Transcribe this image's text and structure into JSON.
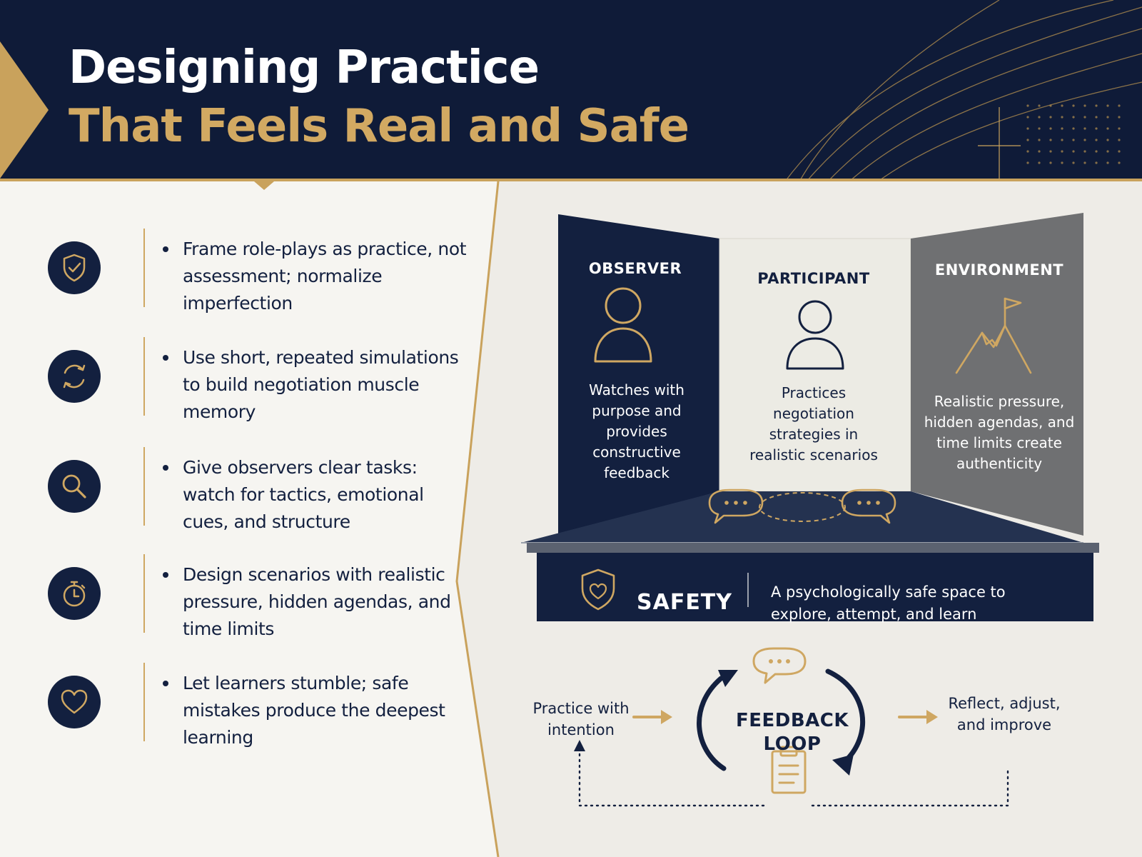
{
  "header": {
    "title_line1": "Designing Practice",
    "title_line2": "That Feels Real and Safe"
  },
  "colors": {
    "navy": "#0f1b38",
    "gold": "#c9a25c",
    "light_gold_title": "#d2a962",
    "paper": "#f6f5f1",
    "panel_grey": "#6d6e70"
  },
  "tips": [
    {
      "icon": "shield-check-icon",
      "text": "Frame role-plays as practice, not assessment; normalize imperfection"
    },
    {
      "icon": "refresh-cycle-icon",
      "text": "Use short, repeated simulations to build negotiation muscle memory"
    },
    {
      "icon": "magnifier-icon",
      "text": "Give observers clear tasks: watch for tactics, emotional cues, and structure"
    },
    {
      "icon": "stopwatch-icon",
      "text": "Design scenarios with realistic pressure, hidden agendas, and time limits"
    },
    {
      "icon": "heart-icon",
      "text": "Let learners stumble; safe mistakes produce the deepest learning"
    }
  ],
  "stage": {
    "observer": {
      "title": "OBSERVER",
      "text": "Watches with purpose and provides constructive feedback",
      "icon": "person-icon"
    },
    "participant": {
      "title": "PARTICIPANT",
      "text": "Practices negotiation strategies in realistic scenarios",
      "icon": "person-icon"
    },
    "environment": {
      "title": "ENVIRONMENT",
      "text": "Realistic pressure, hidden agendas, and time limits create authenticity",
      "icon": "mountain-flag-icon"
    },
    "safety": {
      "label": "SAFETY",
      "text": "A psychologically safe space to explore, attempt, and learn",
      "icon": "shield-heart-icon"
    }
  },
  "feedback_loop": {
    "title": "FEEDBACK LOOP",
    "left_text": "Practice with intention",
    "right_text": "Reflect, adjust, and improve"
  }
}
